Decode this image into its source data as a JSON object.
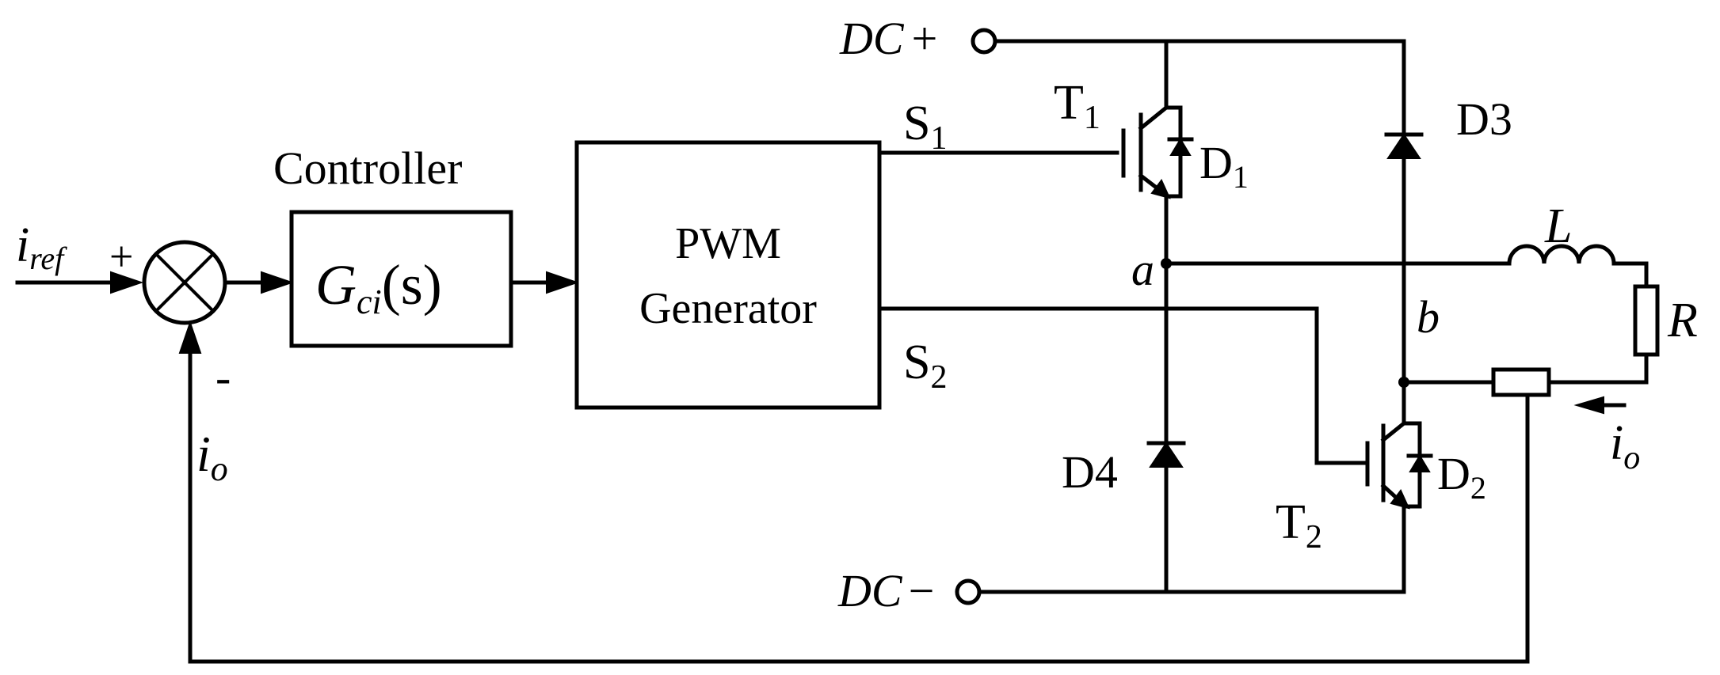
{
  "labels": {
    "i_ref_main": "i",
    "i_ref_sub": "ref",
    "plus_sign": "+",
    "minus_sign": "-",
    "i_o_main": "i",
    "i_o_sub": "o",
    "controller_title": "Controller",
    "g_main": "G",
    "g_sub": "ci",
    "g_arg": "(s)",
    "pwm_line1": "PWM",
    "pwm_line2": "Generator",
    "s1_main": "S",
    "s1_sub": "1",
    "s2_main": "S",
    "s2_sub": "2",
    "dc_plus_main": "DC",
    "dc_plus_sign": "+",
    "dc_minus_main": "DC",
    "dc_minus_sign": "−",
    "t1_main": "T",
    "t1_sub": "1",
    "t2_main": "T",
    "t2_sub": "2",
    "d1_main": "D",
    "d1_sub": "1",
    "d2_main": "D",
    "d2_sub": "2",
    "d3": "D3",
    "d4": "D4",
    "node_a": "a",
    "node_b": "b",
    "inductor": "L",
    "resistor": "R",
    "i_o_right_main": "i",
    "i_o_right_sub": "o"
  }
}
